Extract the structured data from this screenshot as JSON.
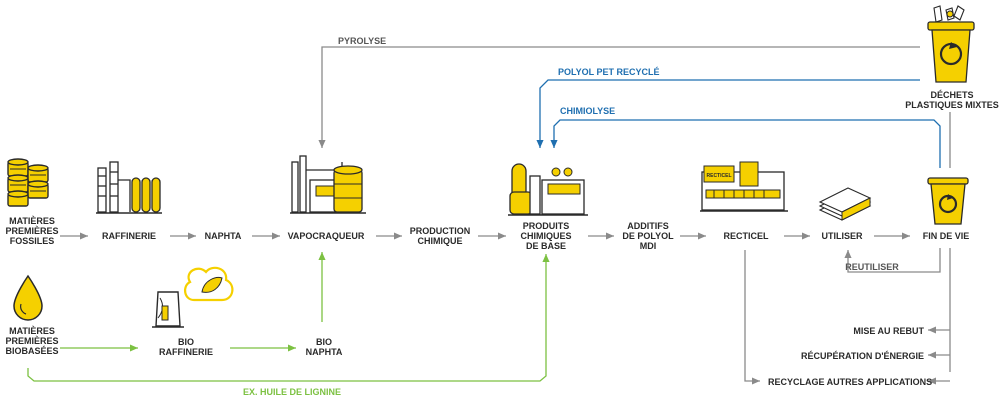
{
  "colors": {
    "gray": "#8a8a8a",
    "blue": "#1f6fb0",
    "green": "#7cc142",
    "yellow": "#f5d000",
    "dark": "#2a2a2a"
  },
  "labels": {
    "fossil": "MATIÈRES\nPREMIÈRES\nFOSSILES",
    "refinery": "RAFFINERIE",
    "naphta": "NAPHTA",
    "cracker": "VAPOCRAQUEUR",
    "production": "PRODUCTION\nCHIMIQUE",
    "base_chem": "PRODUITS\nCHIMIQUES\nDE BASE",
    "additives": "ADDITIFS\nDE POLYOL\nMDI",
    "recticel": "RECTICEL",
    "use": "UTILISER",
    "end_of_life": "FIN DE VIE",
    "reuse": "REUTILISER",
    "bio_materials": "MATIÈRES\nPREMIÈRES\nBIOBASÉES",
    "bio_refinery": "BIO\nRAFFINERIE",
    "bio_naphta": "BIO\nNAPHTA",
    "lignin": "EX. HUILE DE LIGNINE",
    "pyrolysis": "PYROLYSE",
    "pet_polyol": "POLYOL PET RECYCLÉ",
    "chemolysis": "CHIMIOLYSE",
    "mixed_waste": "DÉCHETS\nPLASTIQUES MIXTES",
    "disposal": "MISE AU REBUT",
    "energy": "RÉCUPÉRATION D'ÉNERGIE",
    "recycling": "RECYCLAGE AUTRES APPLICATIONS"
  },
  "icons": [
    "fossil-barrels-icon",
    "refinery-icon",
    "steam-cracker-icon",
    "chemical-plant-icon",
    "recticel-factory-icon",
    "foam-sheets-icon",
    "recycle-bin-icon",
    "oil-drop-icon",
    "bio-refinery-icon",
    "mixed-waste-bin-icon"
  ],
  "recticel_logo": "RECTICEL"
}
